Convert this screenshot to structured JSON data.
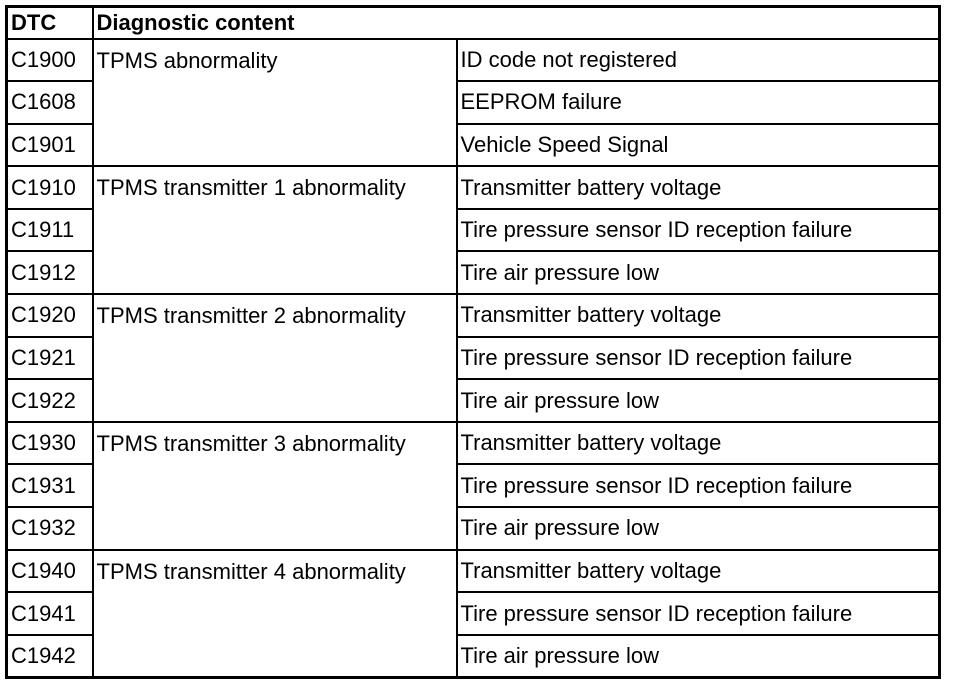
{
  "table": {
    "headers": {
      "dtc": "DTC",
      "diagnostic": "Diagnostic content"
    },
    "groups": [
      {
        "name": "TPMS abnormality",
        "rows": [
          {
            "code": "C1900",
            "detail": "ID code not registered"
          },
          {
            "code": "C1608",
            "detail": "EEPROM failure"
          },
          {
            "code": "C1901",
            "detail": "Vehicle Speed Signal"
          }
        ]
      },
      {
        "name": "TPMS transmitter 1 abnormality",
        "rows": [
          {
            "code": "C1910",
            "detail": "Transmitter battery voltage"
          },
          {
            "code": "C1911",
            "detail": "Tire pressure sensor ID reception failure"
          },
          {
            "code": "C1912",
            "detail": "Tire air pressure low"
          }
        ]
      },
      {
        "name": "TPMS transmitter 2 abnormality",
        "rows": [
          {
            "code": "C1920",
            "detail": "Transmitter battery voltage"
          },
          {
            "code": "C1921",
            "detail": "Tire pressure sensor ID reception failure"
          },
          {
            "code": "C1922",
            "detail": "Tire air pressure low"
          }
        ]
      },
      {
        "name": "TPMS transmitter 3 abnormality",
        "rows": [
          {
            "code": "C1930",
            "detail": "Transmitter battery voltage"
          },
          {
            "code": "C1931",
            "detail": "Tire pressure sensor ID reception failure"
          },
          {
            "code": "C1932",
            "detail": "Tire air pressure low"
          }
        ]
      },
      {
        "name": "TPMS transmitter 4 abnormality",
        "rows": [
          {
            "code": "C1940",
            "detail": "Transmitter battery voltage"
          },
          {
            "code": "C1941",
            "detail": "Tire pressure sensor ID reception failure"
          },
          {
            "code": "C1942",
            "detail": "Tire air pressure low"
          }
        ]
      }
    ]
  }
}
